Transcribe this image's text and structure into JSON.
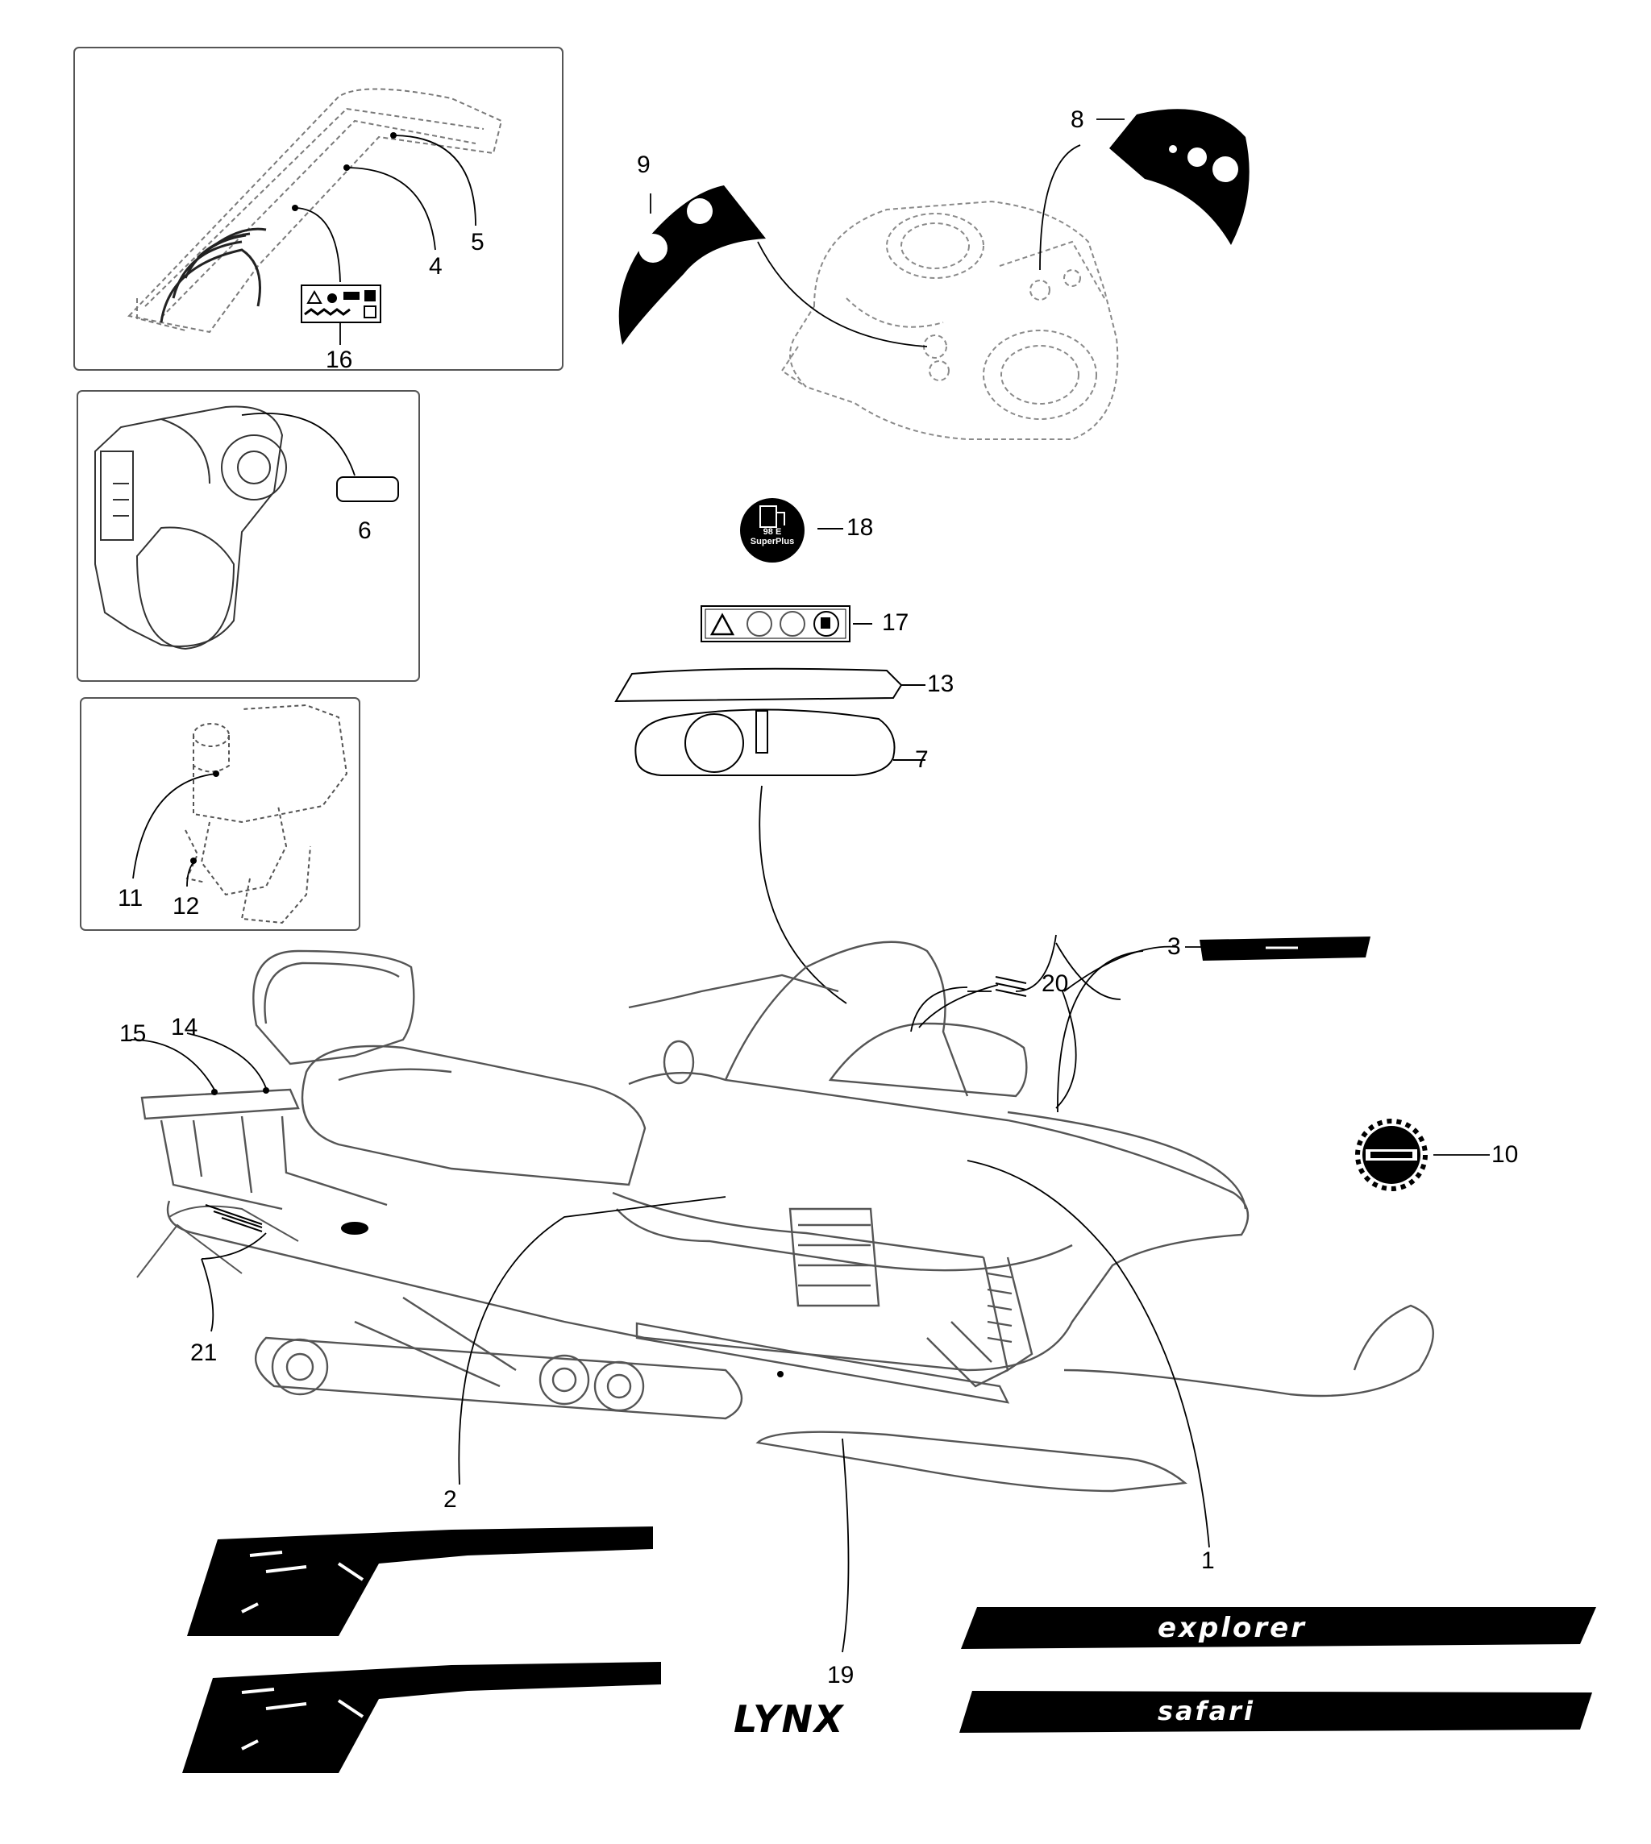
{
  "colors": {
    "line": "#000000",
    "dashed_outline": "#7a7a7a",
    "vehicle_outline": "#555555",
    "background": "#ffffff",
    "decal_fill": "#000000"
  },
  "callouts": {
    "c1": "1",
    "c2": "2",
    "c3": "3",
    "c4": "4",
    "c5": "5",
    "c6": "6",
    "c7": "7",
    "c8": "8",
    "c9": "9",
    "c10": "10",
    "c11": "11",
    "c12": "12",
    "c13": "13",
    "c14": "14",
    "c15": "15",
    "c16": "16",
    "c17": "17",
    "c18": "18",
    "c19": "19",
    "c20": "20",
    "c21": "21"
  },
  "fuel_label": {
    "line1": "98 E",
    "line2": "SuperPlus"
  },
  "decals": {
    "explorer": "explorer",
    "safari": "safari",
    "lynx": "LYNX"
  },
  "icons": {
    "warning_label_16": "warning-pictogram-label-icon",
    "warning_label_17": "warning-pictogram-strip-icon",
    "fuel_18": "fuel-pump-icon",
    "badge_10": "gear-badge-icon"
  }
}
